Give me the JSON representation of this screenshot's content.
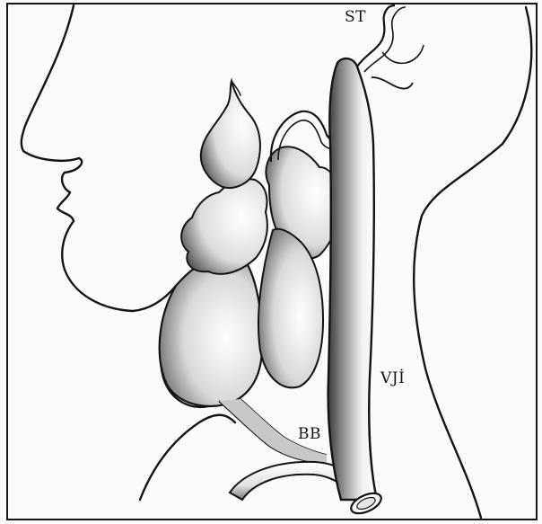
{
  "figure": {
    "labels": {
      "st": "ST",
      "vji": "VJİ",
      "bb": "BB"
    },
    "colors": {
      "ink": "#141414",
      "background": "#fbfbfb",
      "shade": "#6e6e6e"
    }
  }
}
